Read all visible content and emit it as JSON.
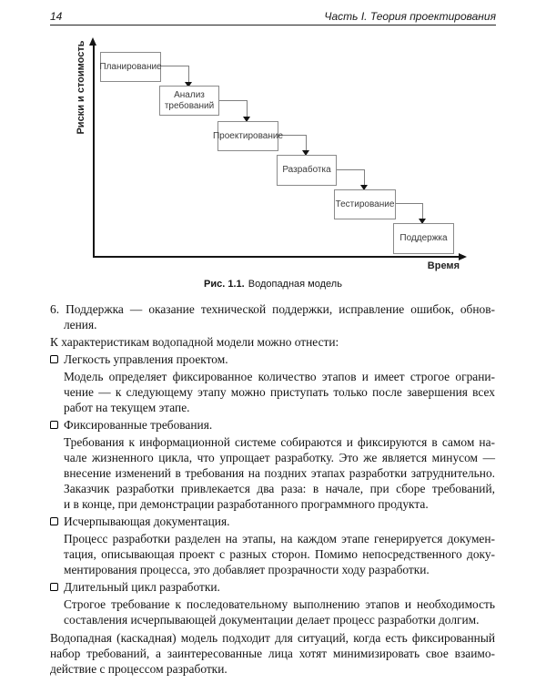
{
  "header": {
    "page_number": "14",
    "chapter_title": "Часть I. Теория проектирования"
  },
  "figure": {
    "y_axis_label": "Риски и стоимость",
    "x_axis_label": "Время",
    "boxes": [
      {
        "label": "Планирование"
      },
      {
        "label": "Анализ\nтребований"
      },
      {
        "label": "Проектирование"
      },
      {
        "label": "Разработка"
      },
      {
        "label": "Тестирование"
      },
      {
        "label": "Поддержка"
      }
    ],
    "caption": {
      "label": "Рис. 1.1.",
      "text": "Водопадная модель"
    },
    "colors": {
      "axis": "#141414",
      "box_border": "#8a8a8a",
      "connector": "#7f7f7f"
    }
  },
  "content": {
    "item6": {
      "lines": [
        "6. Поддержка — оказание технической поддержки, исправление ошибок, обнов-",
        "ления."
      ]
    },
    "intro": {
      "lines": [
        "К характеристикам водопадной модели можно отнести:"
      ]
    },
    "bullets": [
      {
        "label": "Легкость управления проектом.",
        "body_lines": [
          "Модель определяет фиксированное количество этапов и имеет строгое ограни-",
          "чение — к следующему этапу можно приступать только после завершения всех",
          "работ на текущем этапе."
        ]
      },
      {
        "label": "Фиксированные требования.",
        "body_lines": [
          "Требования к информационной системе собираются и фиксируются в самом на-",
          "чале жизненного цикла, что упрощает разработку. Это же является минусом —",
          "внесение изменений в требования на поздних этапах разработки затруднительно.",
          "Заказчик разработки привлекается два раза: в начале, при сборе требований,",
          "и в конце, при демонстрации разработанного программного продукта."
        ]
      },
      {
        "label": "Исчерпывающая документация.",
        "body_lines": [
          "Процесс разработки разделен на этапы, на каждом этапе генерируется докумен-",
          "тация, описывающая проект с разных сторон. Помимо непосредственного доку-",
          "ментирования процесса, это добавляет прозрачности ходу разработки."
        ]
      },
      {
        "label": "Длительный цикл разработки.",
        "body_lines": [
          "Строгое требование к последовательному выполнению этапов и необходимость",
          "составления исчерпывающей документации делает процесс разработки долгим."
        ]
      }
    ],
    "closing": {
      "lines": [
        "Водопадная (каскадная) модель подходит для ситуаций, когда есть фиксированный",
        "набор требований, а заинтересованные лица хотят минимизировать свое взаимо-",
        "действие с процессом разработки."
      ]
    }
  }
}
